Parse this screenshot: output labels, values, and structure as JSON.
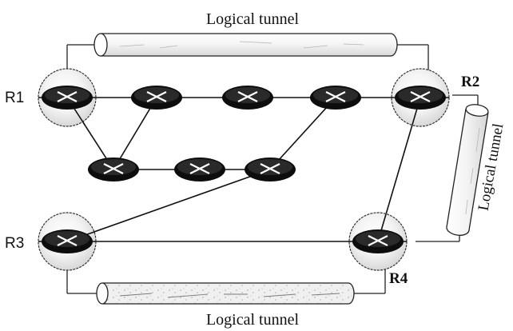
{
  "labels": {
    "tunnel_top": "Logical tunnel",
    "tunnel_right": "Logical tunnel",
    "tunnel_bottom": "Logical tunnel",
    "r1": "R1",
    "r2": "R2",
    "r3": "R3",
    "r4": "R4"
  }
}
